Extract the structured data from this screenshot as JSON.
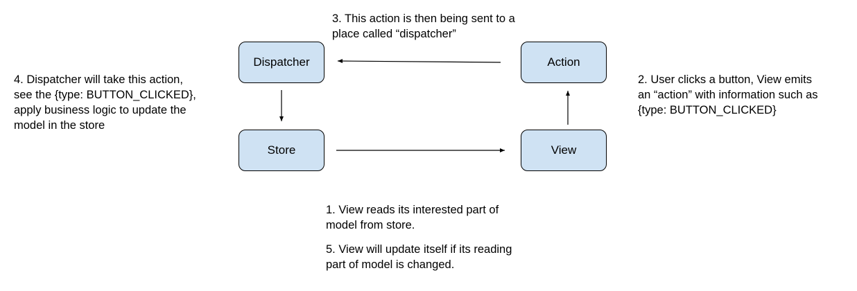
{
  "nodes": {
    "dispatcher": "Dispatcher",
    "action": "Action",
    "store": "Store",
    "view": "View"
  },
  "notes": {
    "step1": [
      "1. View reads its interested part of",
      "model from store."
    ],
    "step2": [
      "2. User clicks a button, View emits",
      "an “action” with information such as",
      "{type: BUTTON_CLICKED}"
    ],
    "step3": [
      "3. This action is then being sent to a",
      "place called “dispatcher”"
    ],
    "step4": [
      "4. Dispatcher will take this action,",
      "see the {type: BUTTON_CLICKED},",
      "apply business logic to update the",
      "model in the store"
    ],
    "step5": [
      "5. View will update itself if its reading",
      "part of model is changed."
    ]
  },
  "colors": {
    "box_fill": "#cfe2f3",
    "stroke": "#000000"
  }
}
